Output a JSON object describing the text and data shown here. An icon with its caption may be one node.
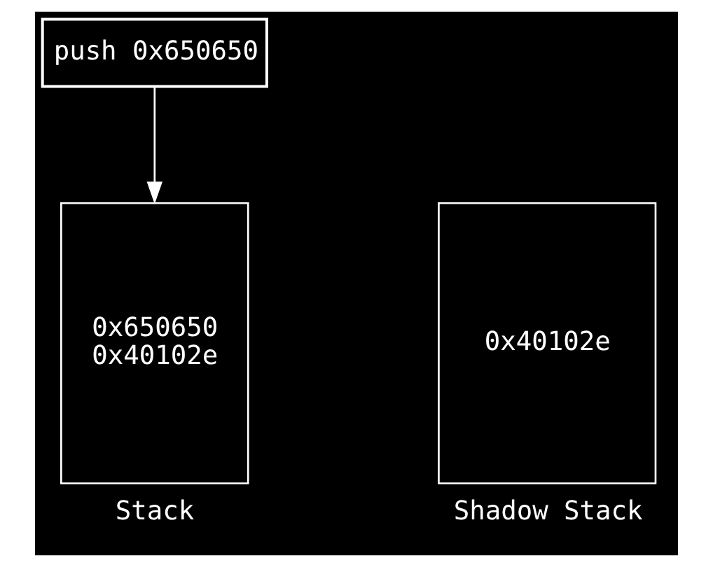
{
  "diagram": {
    "nodes": [
      {
        "text": [
          "push 0x650650"
        ]
      },
      {
        "text": [
          "0x650650",
          "0x40102e"
        ],
        "beside": [
          "Stack"
        ]
      },
      {
        "text": [
          "0x40102e"
        ],
        "beside": [
          "Shadow Stack"
        ]
      }
    ],
    "edges": [
      {
        "from": 0,
        "to": 1,
        "arrow": "to"
      }
    ]
  }
}
